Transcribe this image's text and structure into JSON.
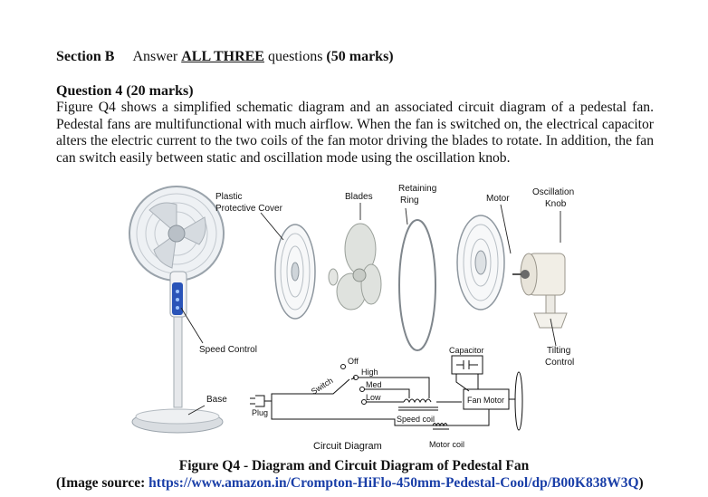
{
  "section": {
    "label": "Section B",
    "instruction_prefix": "Answer ",
    "instruction_emph": "ALL THREE",
    "instruction_suffix": " questions ",
    "marks": "(50 marks)"
  },
  "question": {
    "title": "Question 4 (20 marks)",
    "paragraph": "Figure Q4 shows a simplified schematic diagram and an associated circuit diagram of a pedestal fan. Pedestal fans are multifunctional with much airflow. When the fan is switched on, the electrical capacitor alters the electric current to the two coils of the fan motor driving the blades to rotate. In addition, the fan can switch easily between static and oscillation mode using the oscillation knob."
  },
  "figure": {
    "labels": {
      "plastic_cover_1": "Plastic",
      "plastic_cover_2": "Protective Cover",
      "blades": "Blades",
      "retaining_ring_1": "Retaining",
      "retaining_ring_2": "Ring",
      "motor": "Motor",
      "oscillation_knob_1": "Oscillation",
      "oscillation_knob_2": "Knob",
      "speed_control": "Speed Control",
      "base": "Base",
      "tilting_control_1": "Tilting",
      "tilting_control_2": "Control"
    },
    "circuit": {
      "off": "Off",
      "high": "High",
      "med": "Med",
      "low": "Low",
      "switch": "Switch",
      "capacitor": "Capacitor",
      "fan_motor": "Fan Motor",
      "speed_coil": "Speed coil",
      "plug": "Plug",
      "motor_coil": "Motor coil",
      "title": "Circuit Diagram"
    },
    "caption": "Figure Q4 - Diagram and Circuit Diagram of Pedestal Fan",
    "source_prefix": "(Image source: ",
    "source_url": "https://www.amazon.in/Crompton-HiFlo-450mm-Pedestal-Cool/dp/B00K838W3Q",
    "source_suffix": ")"
  }
}
